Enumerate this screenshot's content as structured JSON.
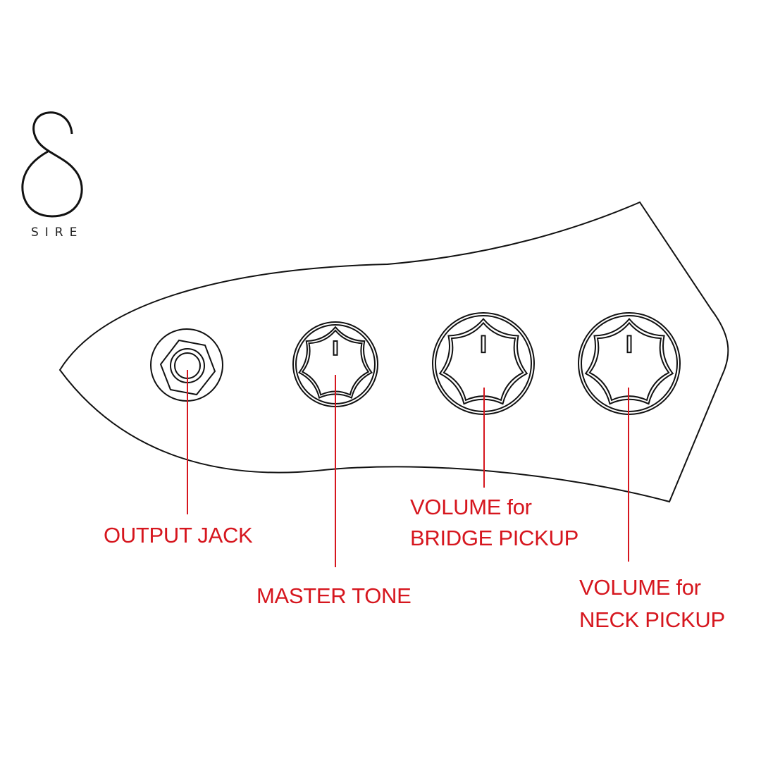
{
  "brand": {
    "logo_text": "SIRE"
  },
  "labels": {
    "output_jack": "OUTPUT JACK",
    "master_tone": "MASTER TONE",
    "bridge_volume_line1": "VOLUME for",
    "bridge_volume_line2": "BRIDGE PICKUP",
    "neck_volume_line1": "VOLUME for",
    "neck_volume_line2": "NECK PICKUP"
  },
  "colors": {
    "callout": "#d6161e",
    "outline": "#111111"
  }
}
